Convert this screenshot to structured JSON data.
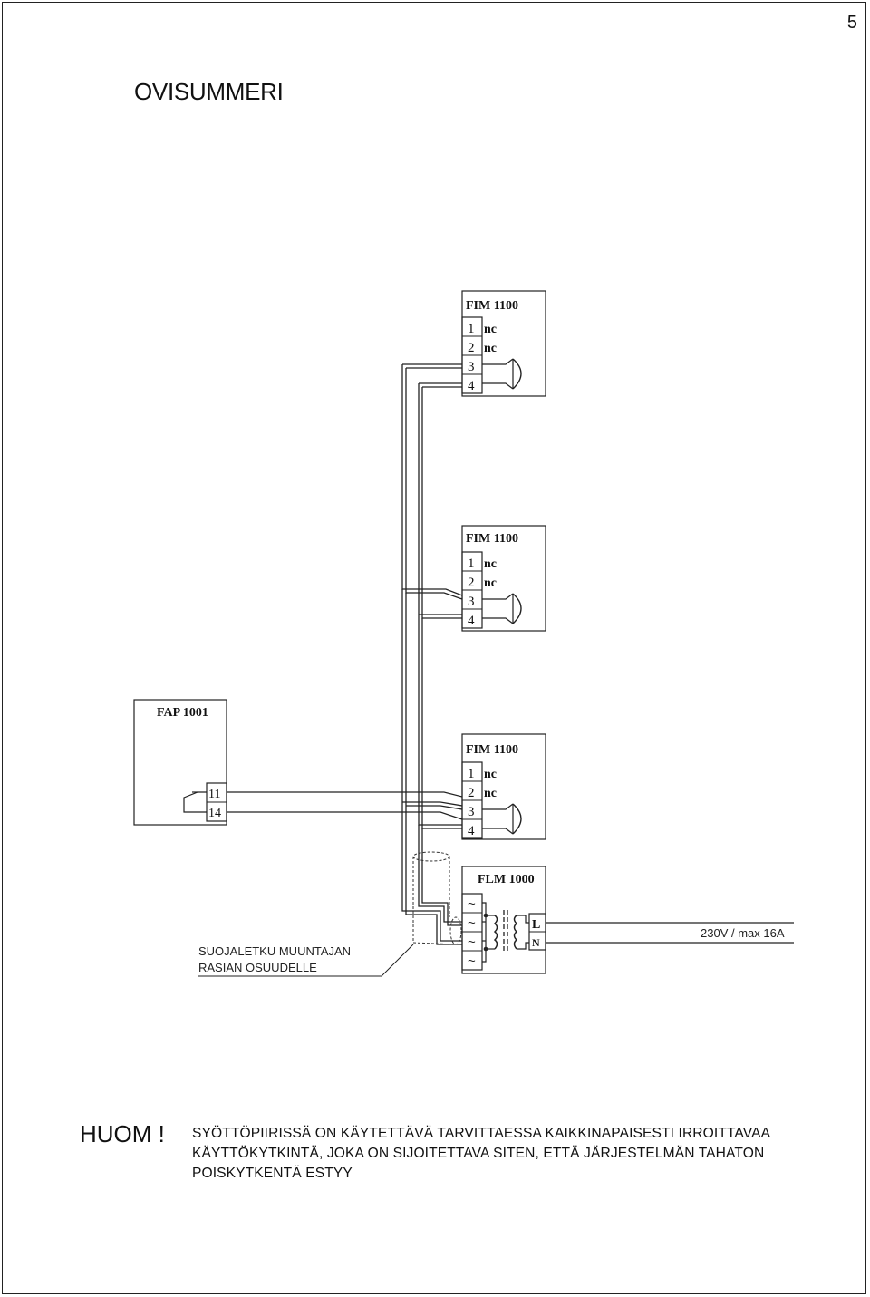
{
  "page": {
    "number": "5",
    "title": "OVISUMMERI"
  },
  "diagram": {
    "fim_modules": [
      {
        "name": "FIM 1100",
        "terminals": [
          "1",
          "2",
          "3",
          "4"
        ],
        "labels": [
          "nc",
          "nc"
        ]
      },
      {
        "name": "FIM 1100",
        "terminals": [
          "1",
          "2",
          "3",
          "4"
        ],
        "labels": [
          "nc",
          "nc"
        ]
      },
      {
        "name": "FIM 1100",
        "terminals": [
          "1",
          "2",
          "3",
          "4"
        ],
        "labels": [
          "nc",
          "nc"
        ]
      }
    ],
    "fap": {
      "name": "FAP 1001",
      "terminals": [
        "11",
        "14"
      ]
    },
    "flm": {
      "name": "FLM 1000",
      "inputs": [
        "~",
        "~",
        "~",
        "~"
      ],
      "mains": [
        "L",
        "N"
      ]
    },
    "supply_label": "230V / max 16A",
    "conduit_note": [
      "SUOJALETKU MUUNTAJAN",
      "RASIAN OSUUDELLE"
    ]
  },
  "note": {
    "heading": "HUOM !",
    "lines": [
      "SYÖTTÖPIIRISSÄ ON KÄYTETTÄVÄ TARVITTAESSA KAIKKINAPAISESTI IRROITTAVAA",
      "KÄYTTÖKYTKINTÄ, JOKA ON SIJOITETTAVA SITEN, ETTÄ JÄRJESTELMÄN TAHATON",
      "POISKYTKENTÄ ESTYY"
    ]
  }
}
